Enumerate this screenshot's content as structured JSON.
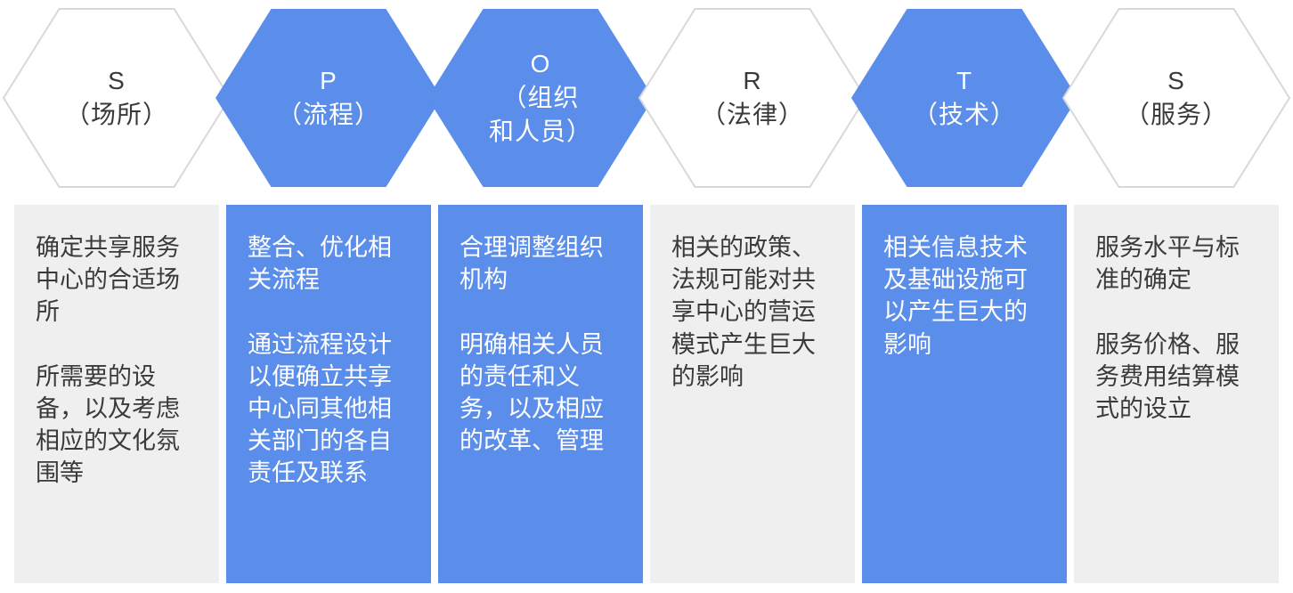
{
  "colors": {
    "blue": "#5b8dea",
    "gray": "#efefef",
    "stroke": "#d8d8d8",
    "dark": "#3a3a3a"
  },
  "columns": [
    {
      "key": "s-place",
      "variant": "gray",
      "hex_label": "S\n（场所）",
      "body": "确定共享服务中心的合适场所\n\n所需要的设备，以及考虑相应的文化氛围等"
    },
    {
      "key": "p-process",
      "variant": "blue",
      "hex_label": "P\n（流程）",
      "body": "整合、优化相关流程\n\n通过流程设计以便确立共享中心同其他相关部门的各自责任及联系"
    },
    {
      "key": "o-organization",
      "variant": "blue",
      "hex_label": "O\n（组织\n和人员）",
      "body": "合理调整组织机构\n\n明确相关人员的责任和义务，以及相应的改革、管理"
    },
    {
      "key": "r-law",
      "variant": "gray",
      "hex_label": "R\n（法律）",
      "body": "相关的政策、法规可能对共享中心的营运模式产生巨大的影响"
    },
    {
      "key": "t-tech",
      "variant": "blue",
      "hex_label": "T\n（技术）",
      "body": "相关信息技术及基础设施可以产生巨大的影响"
    },
    {
      "key": "s-service",
      "variant": "gray",
      "hex_label": "S\n（服务）",
      "body": "服务水平与标准的确定\n\n服务价格、服务费用结算模式的设立"
    }
  ]
}
